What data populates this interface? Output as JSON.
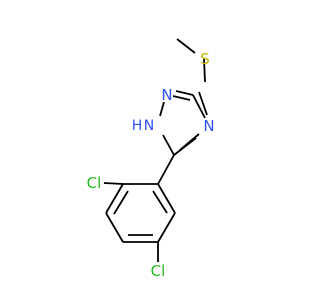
{
  "molecule": {
    "atoms": {
      "sulfur": {
        "symbol": "S",
        "color": "#c8b400"
      },
      "n1": {
        "symbol": "N",
        "color": "#3050f8"
      },
      "nh": {
        "symbol": "H",
        "color": "#3050f8"
      },
      "nh_n": {
        "symbol": "N",
        "color": "#3050f8"
      },
      "n4": {
        "symbol": "N",
        "color": "#3050f8"
      },
      "cl_ortho": {
        "symbol": "Cl",
        "color": "#1fb81f"
      },
      "cl_para": {
        "symbol": "Cl",
        "color": "#1fb81f"
      }
    }
  }
}
